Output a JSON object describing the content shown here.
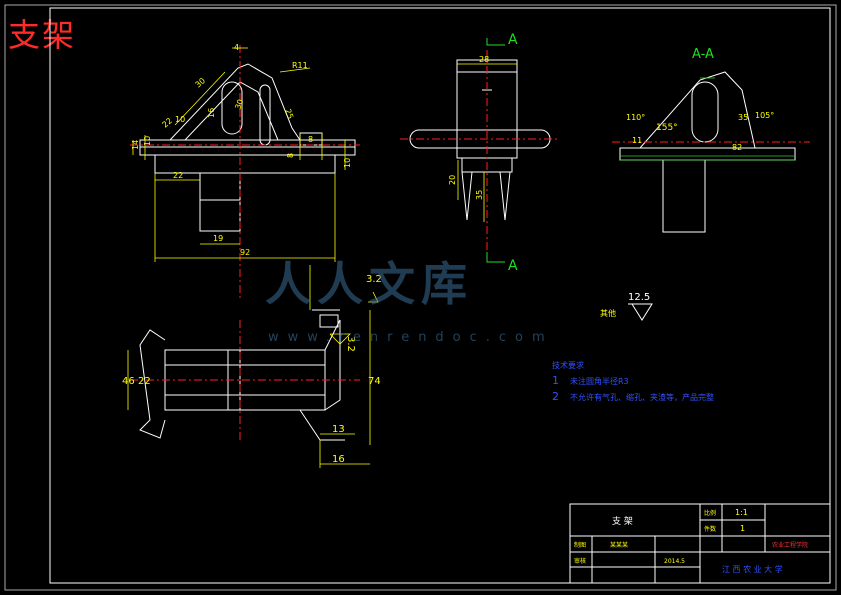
{
  "drawing": {
    "title": "支架",
    "watermark": {
      "text": "人人文库",
      "url": "www.renrendoc.com"
    },
    "front_view": {
      "dims": [
        "4",
        "R11",
        "30",
        "30",
        "25",
        "10",
        "22",
        "16",
        "8",
        "14",
        "10",
        "22",
        "8",
        "10",
        "19",
        "92"
      ]
    },
    "side_view": {
      "section_mark": "A",
      "dims": [
        "28",
        "20",
        "35"
      ]
    },
    "section_view": {
      "title": "A-A",
      "dims": [
        "110°",
        "155°",
        "105°",
        "35",
        "11",
        "82"
      ]
    },
    "top_view": {
      "dims": [
        "46",
        "22",
        "74",
        "13",
        "16",
        "3.2",
        "3.2"
      ]
    },
    "roughness": {
      "value": "12.5",
      "label": "其他"
    },
    "notes": {
      "heading": "技术要求",
      "items": [
        {
          "num": "1",
          "text": "未注圆角半径R3"
        },
        {
          "num": "2",
          "text": "不允许有气孔、缩孔、夹渣等，产品完整"
        }
      ]
    },
    "title_block": {
      "part_name": "支     架",
      "scale_label": "比例",
      "scale": "1:1",
      "qty_label": "件数",
      "qty": "1",
      "design_label": "制图",
      "check_label": "审核",
      "designer": "某某某",
      "date": "2014.5",
      "school": "江  西  农  业  大  学",
      "drawing_no": "农业工程学院"
    }
  },
  "colors": {
    "outline": "#ffffff",
    "dimension": "#ffff00",
    "centerline": "#ff2020",
    "section_label": "#22dd22",
    "notes": "#3050ff",
    "title_text": "#ff2a2a",
    "hatch": "#33cc33",
    "border": "#ffffff"
  }
}
